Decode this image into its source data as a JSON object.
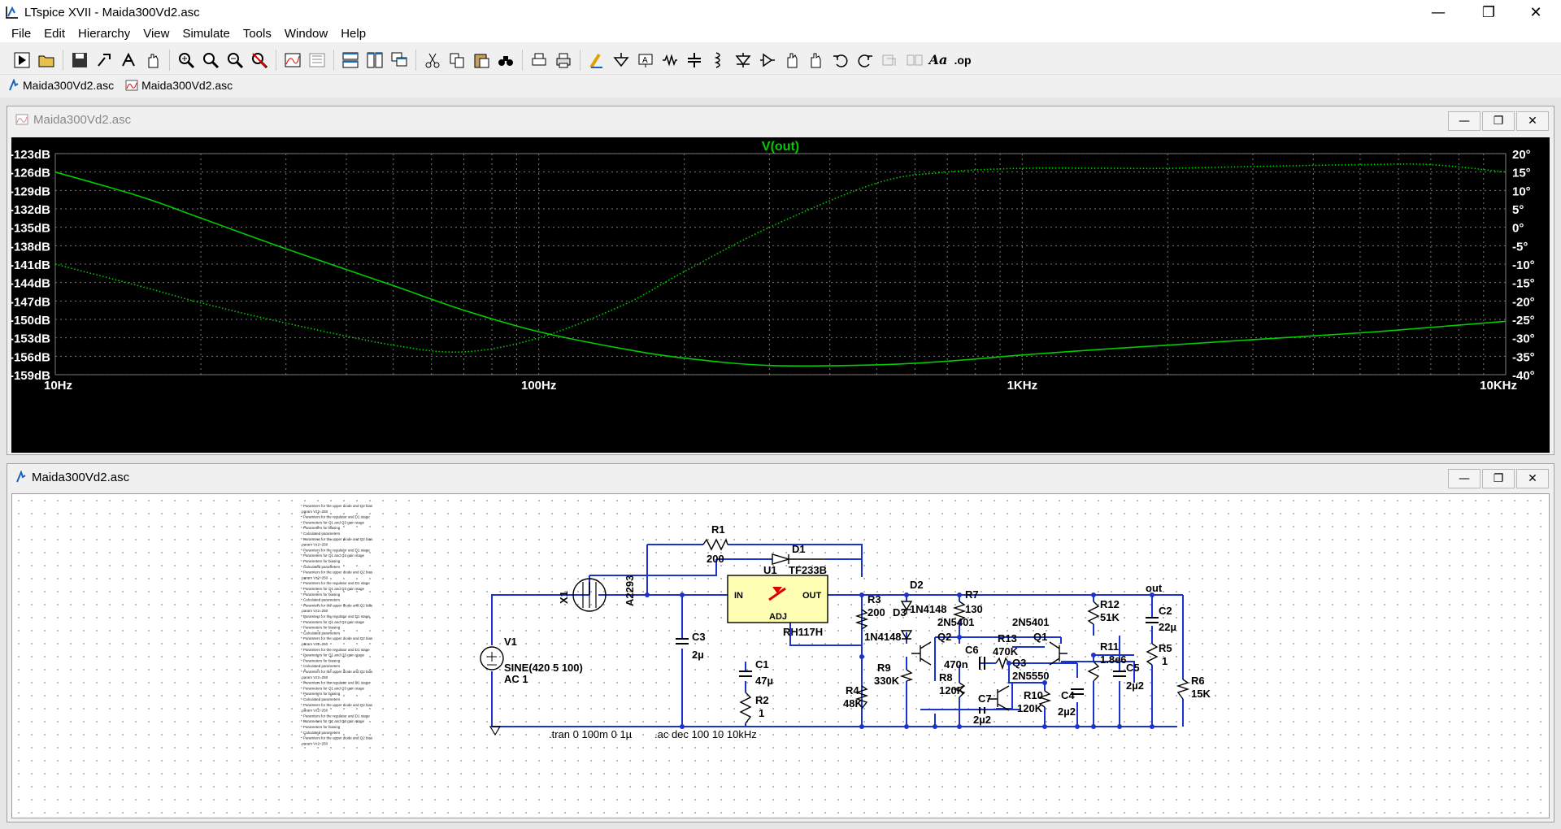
{
  "window": {
    "title": "LTspice XVII - Maida300Vd2.asc",
    "minimize_glyph": "—",
    "maximize_glyph": "❐",
    "close_glyph": "✕"
  },
  "menu": [
    "File",
    "Edit",
    "Hierarchy",
    "View",
    "Simulate",
    "Tools",
    "Window",
    "Help"
  ],
  "toolbar": {
    "icons": [
      "run-icon",
      "open-icon",
      "save-icon",
      "control-panel-icon",
      "halt-icon",
      "pan-icon",
      "zoom-in-icon",
      "zoom-full-icon",
      "zoom-out-icon",
      "zoom-cancel-icon",
      "autorange-icon",
      "pick-visible-traces-icon",
      "tile-vertical-icon",
      "tile-horizontal-icon",
      "cascade-icon",
      "cut-icon",
      "copy-icon",
      "paste-icon",
      "find-icon",
      "print-setup-icon",
      "print-icon",
      "draw-wire-icon",
      "ground-icon",
      "net-label-icon",
      "resistor-icon",
      "capacitor-icon",
      "inductor-icon",
      "diode-icon",
      "component-icon",
      "move-icon",
      "drag-icon",
      "undo-icon",
      "redo-icon",
      "rotate-icon",
      "mirror-icon",
      "text-icon",
      "spice-directive-icon"
    ],
    "text_label": "Aa",
    "op_label": ".op"
  },
  "doc_tabs": [
    {
      "label": "Maida300Vd2.asc",
      "icon": "schematic-icon"
    },
    {
      "label": "Maida300Vd2.asc",
      "icon": "waveform-icon"
    }
  ],
  "plot_window": {
    "title": "Maida300Vd2.asc",
    "trace_label": "V(out)",
    "trace_color": "#00cc00",
    "background": "#000000"
  },
  "schematic_window": {
    "title": "Maida300Vd2.asc"
  },
  "chart_data": {
    "type": "line",
    "title": "V(out)",
    "x_scale": "log",
    "xlim": [
      10,
      10000
    ],
    "x_ticks": [
      "10Hz",
      "100Hz",
      "1KHz",
      "10KHz"
    ],
    "y_left_ticks": [
      "-123dB",
      "-126dB",
      "-129dB",
      "-132dB",
      "-135dB",
      "-138dB",
      "-141dB",
      "-144dB",
      "-147dB",
      "-150dB",
      "-153dB",
      "-156dB",
      "-159dB"
    ],
    "y_left_lim": [
      -159,
      -123
    ],
    "y_right_ticks": [
      "20°",
      "15°",
      "10°",
      "5°",
      "0°",
      "-5°",
      "-10°",
      "-15°",
      "-20°",
      "-25°",
      "-30°",
      "-35°",
      "-40°"
    ],
    "y_right_lim": [
      -40,
      20
    ],
    "grid": true,
    "series": [
      {
        "name": "magnitude",
        "style": "solid",
        "x": [
          10,
          15,
          20,
          30,
          50,
          70,
          100,
          150,
          200,
          300,
          500,
          700,
          1000,
          1500,
          2000,
          3000,
          5000,
          7000,
          10000
        ],
        "y": [
          -126,
          -130,
          -133.5,
          -138.5,
          -144.5,
          -148.5,
          -152,
          -154.8,
          -156.3,
          -157.5,
          -157.4,
          -156.8,
          -155.8,
          -154.8,
          -154.2,
          -153.3,
          -152.2,
          -151.3,
          -150.3
        ]
      },
      {
        "name": "phase",
        "style": "dotted",
        "axis": "right",
        "x": [
          10,
          15,
          20,
          30,
          50,
          70,
          100,
          150,
          200,
          300,
          500,
          700,
          1000,
          1500,
          2000,
          3000,
          5000,
          7000,
          10000
        ],
        "y": [
          -10,
          -16,
          -20.5,
          -26,
          -32,
          -33.8,
          -30,
          -21,
          -12,
          0,
          12,
          15,
          16,
          16,
          16,
          16.5,
          17,
          17,
          15
        ]
      }
    ]
  },
  "schematic": {
    "comment_lines": [
      "* Paramters for the upper diode and Q2 bias",
      ".param Vz2=250",
      "* Paramters for the regulator and D1 stage",
      "* Parameters for Q1 and Q3 gain stage",
      "* Parameters for biasing",
      "* Calculated parameters",
      ".tran 0 100m 0 1µ",
      ".ac dec 100 10 10kHz"
    ],
    "labels": {
      "R1": "R1",
      "R1v": "200",
      "D1": "D1",
      "D1v": "TF233B",
      "U1": "U1",
      "U1_in": "IN",
      "U1_out": "OUT",
      "U1_adj": "ADJ",
      "U1v": "RH117H",
      "X1": "X1",
      "X1v": "A2293",
      "V1": "V1",
      "V1v": "SINE(420 5 100)",
      "V1ac": "AC 1",
      "C3": "C3",
      "C3v": "2µ",
      "C1": "C1",
      "C1v": "47µ",
      "R2": "R2",
      "R2v": "1",
      "R3": "R3",
      "R3v": "200",
      "D2": "D2",
      "D2v": "1N4148",
      "D3": "D3",
      "D3v": "1N4148",
      "R9": "R9",
      "R9v": "330K",
      "R4": "R4",
      "R4v": "48K",
      "R7": "R7",
      "R7v": "130",
      "Q2": "Q2",
      "Q2v": "2N5401",
      "Q1": "Q1",
      "Q1v": "2N5401",
      "R13": "R13",
      "R13v": "470K",
      "C6": "C6",
      "C6v": "470n",
      "R8": "R8",
      "R8v": "120K",
      "Q3": "Q3",
      "Q3v": "2N5550",
      "C7": "C7",
      "C7v": "2µ2",
      "R10": "R10",
      "R10v": "120K",
      "C4": "C4",
      "C4v": "2µ2",
      "R12": "R12",
      "R12v": "51K",
      "R11": "R11",
      "R11v": "1.8e6",
      "C5": "C5",
      "C5v": "2µ2",
      "out": "out",
      "C2": "C2",
      "C2v": "22µ",
      "R5": "R5",
      "R5v": "1",
      "R6": "R6",
      "R6v": "15K",
      "tran": ".tran 0 100m 0 1µ",
      "ac": ".ac dec 100 10 10kHz"
    }
  }
}
